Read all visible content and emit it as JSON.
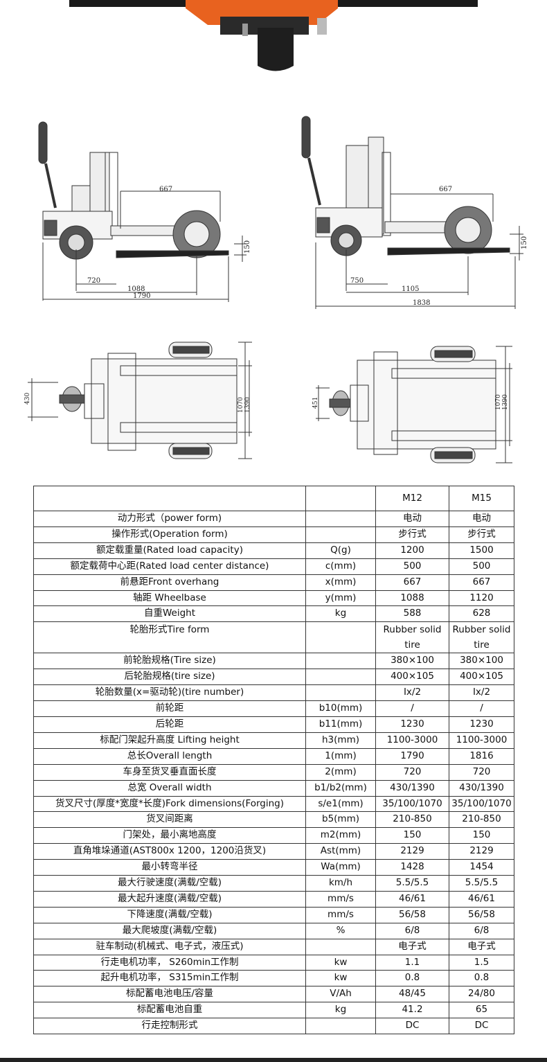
{
  "side_view_left": {
    "front_overhang": "667",
    "fork_height": "150",
    "wheel_dim": "720",
    "wheelbase": "1088",
    "overall_length": "1790"
  },
  "side_view_right": {
    "front_overhang": "667",
    "fork_height": "150",
    "wheel_dim": "750",
    "wheelbase": "1105",
    "overall_length": "1838"
  },
  "top_view_left": {
    "body_width": "430",
    "fork_outer_a": "1070",
    "fork_outer_b": "1390"
  },
  "top_view_right": {
    "body_width": "451",
    "fork_outer_a": "1070",
    "fork_outer_b": "1390"
  },
  "table": {
    "header": {
      "name": "",
      "unit": "",
      "m12": "M12",
      "m15": "M15"
    },
    "rows": [
      {
        "name": "动力形式（power form)",
        "unit": "",
        "m12": "电动",
        "m15": "电动"
      },
      {
        "name": "操作形式(Operation form)",
        "unit": "",
        "m12": "步行式",
        "m15": "步行式"
      },
      {
        "name": "额定载重量(Rated load capacity)",
        "unit": "Q(g)",
        "m12": "1200",
        "m15": "1500"
      },
      {
        "name": "额定载荷中心距(Rated load center distance)",
        "unit": "c(mm)",
        "m12": "500",
        "m15": "500"
      },
      {
        "name": "前悬距Front overhang",
        "unit": "x(mm)",
        "m12": "667",
        "m15": "667"
      },
      {
        "name": "轴距 Wheelbase",
        "unit": "y(mm)",
        "m12": "1088",
        "m15": "1120"
      },
      {
        "name": "自重Weight",
        "unit": "kg",
        "m12": "588",
        "m15": "628"
      },
      {
        "name": "轮胎形式Tire form",
        "unit": "",
        "m12": "Rubber solid tire",
        "m15": "Rubber solid tire"
      },
      {
        "name": "前轮胎规格(Tire size)",
        "unit": "",
        "m12": "380×100",
        "m15": "380×100"
      },
      {
        "name": "后轮胎规格(tire size)",
        "unit": "",
        "m12": "400×105",
        "m15": "400×105"
      },
      {
        "name": "轮胎数量(x=驱动轮)(tire number)",
        "unit": "",
        "m12": "Ix/2",
        "m15": "Ix/2"
      },
      {
        "name": "前轮距",
        "unit": "b10(mm)",
        "m12": "/",
        "m15": "/"
      },
      {
        "name": "后轮距",
        "unit": "b11(mm)",
        "m12": "1230",
        "m15": "1230"
      },
      {
        "name": "标配门架起升高度 Lifting height",
        "unit": "h3(mm)",
        "m12": "1100-3000",
        "m15": "1100-3000"
      },
      {
        "name": "总长Overall length",
        "unit": "1(mm)",
        "m12": "1790",
        "m15": "1816"
      },
      {
        "name": "车身至货叉垂直面长度",
        "unit": "2(mm)",
        "m12": "720",
        "m15": "720"
      },
      {
        "name": "总宽  Overall width",
        "unit": "b1/b2(mm)",
        "m12": "430/1390",
        "m15": "430/1390"
      },
      {
        "name": "货叉尺寸(厚度*宽度*长度)Fork dimensions(Forging)",
        "unit": "s/e1(mm)",
        "m12": "35/100/1070",
        "m15": "35/100/1070"
      },
      {
        "name": "货叉间距离",
        "unit": "b5(mm)",
        "m12": "210-850",
        "m15": "210-850"
      },
      {
        "name": "门架处，最小离地高度",
        "unit": "m2(mm)",
        "m12": "150",
        "m15": "150"
      },
      {
        "name": "直角堆垛通道(AST800x 1200，1200沿货叉)",
        "unit": "Ast(mm)",
        "m12": "2129",
        "m15": "2129"
      },
      {
        "name": "最小转弯半径",
        "unit": "Wa(mm)",
        "m12": "1428",
        "m15": "1454"
      },
      {
        "name": "最大行驶速度(满载/空载)",
        "unit": "km/h",
        "m12": "5.5/5.5",
        "m15": "5.5/5.5"
      },
      {
        "name": "最大起升速度(满载/空载)",
        "unit": "mm/s",
        "m12": "46/61",
        "m15": "46/61"
      },
      {
        "name": "下降速度(满载/空载)",
        "unit": "mm/s",
        "m12": "56/58",
        "m15": "56/58"
      },
      {
        "name": "最大爬坡度(满载/空载)",
        "unit": "%",
        "m12": "6/8",
        "m15": "6/8"
      },
      {
        "name": "驻车制动(机械式、电子式，液压式)",
        "unit": "",
        "m12": "电子式",
        "m15": "电子式"
      },
      {
        "name": "行走电机功率， S260min工作制",
        "unit": "kw",
        "m12": "1.1",
        "m15": "1.5"
      },
      {
        "name": "起升电机功率， S315min工作制",
        "unit": "kw",
        "m12": "0.8",
        "m15": "0.8"
      },
      {
        "name": "标配蓄电池电压/容量",
        "unit": "V/Ah",
        "m12": "48/45",
        "m15": "24/80"
      },
      {
        "name": "标配蓄电池自重",
        "unit": "kg",
        "m12": "41.2",
        "m15": "65"
      },
      {
        "name": "行走控制形式",
        "unit": "",
        "m12": "DC",
        "m15": "DC"
      }
    ]
  }
}
